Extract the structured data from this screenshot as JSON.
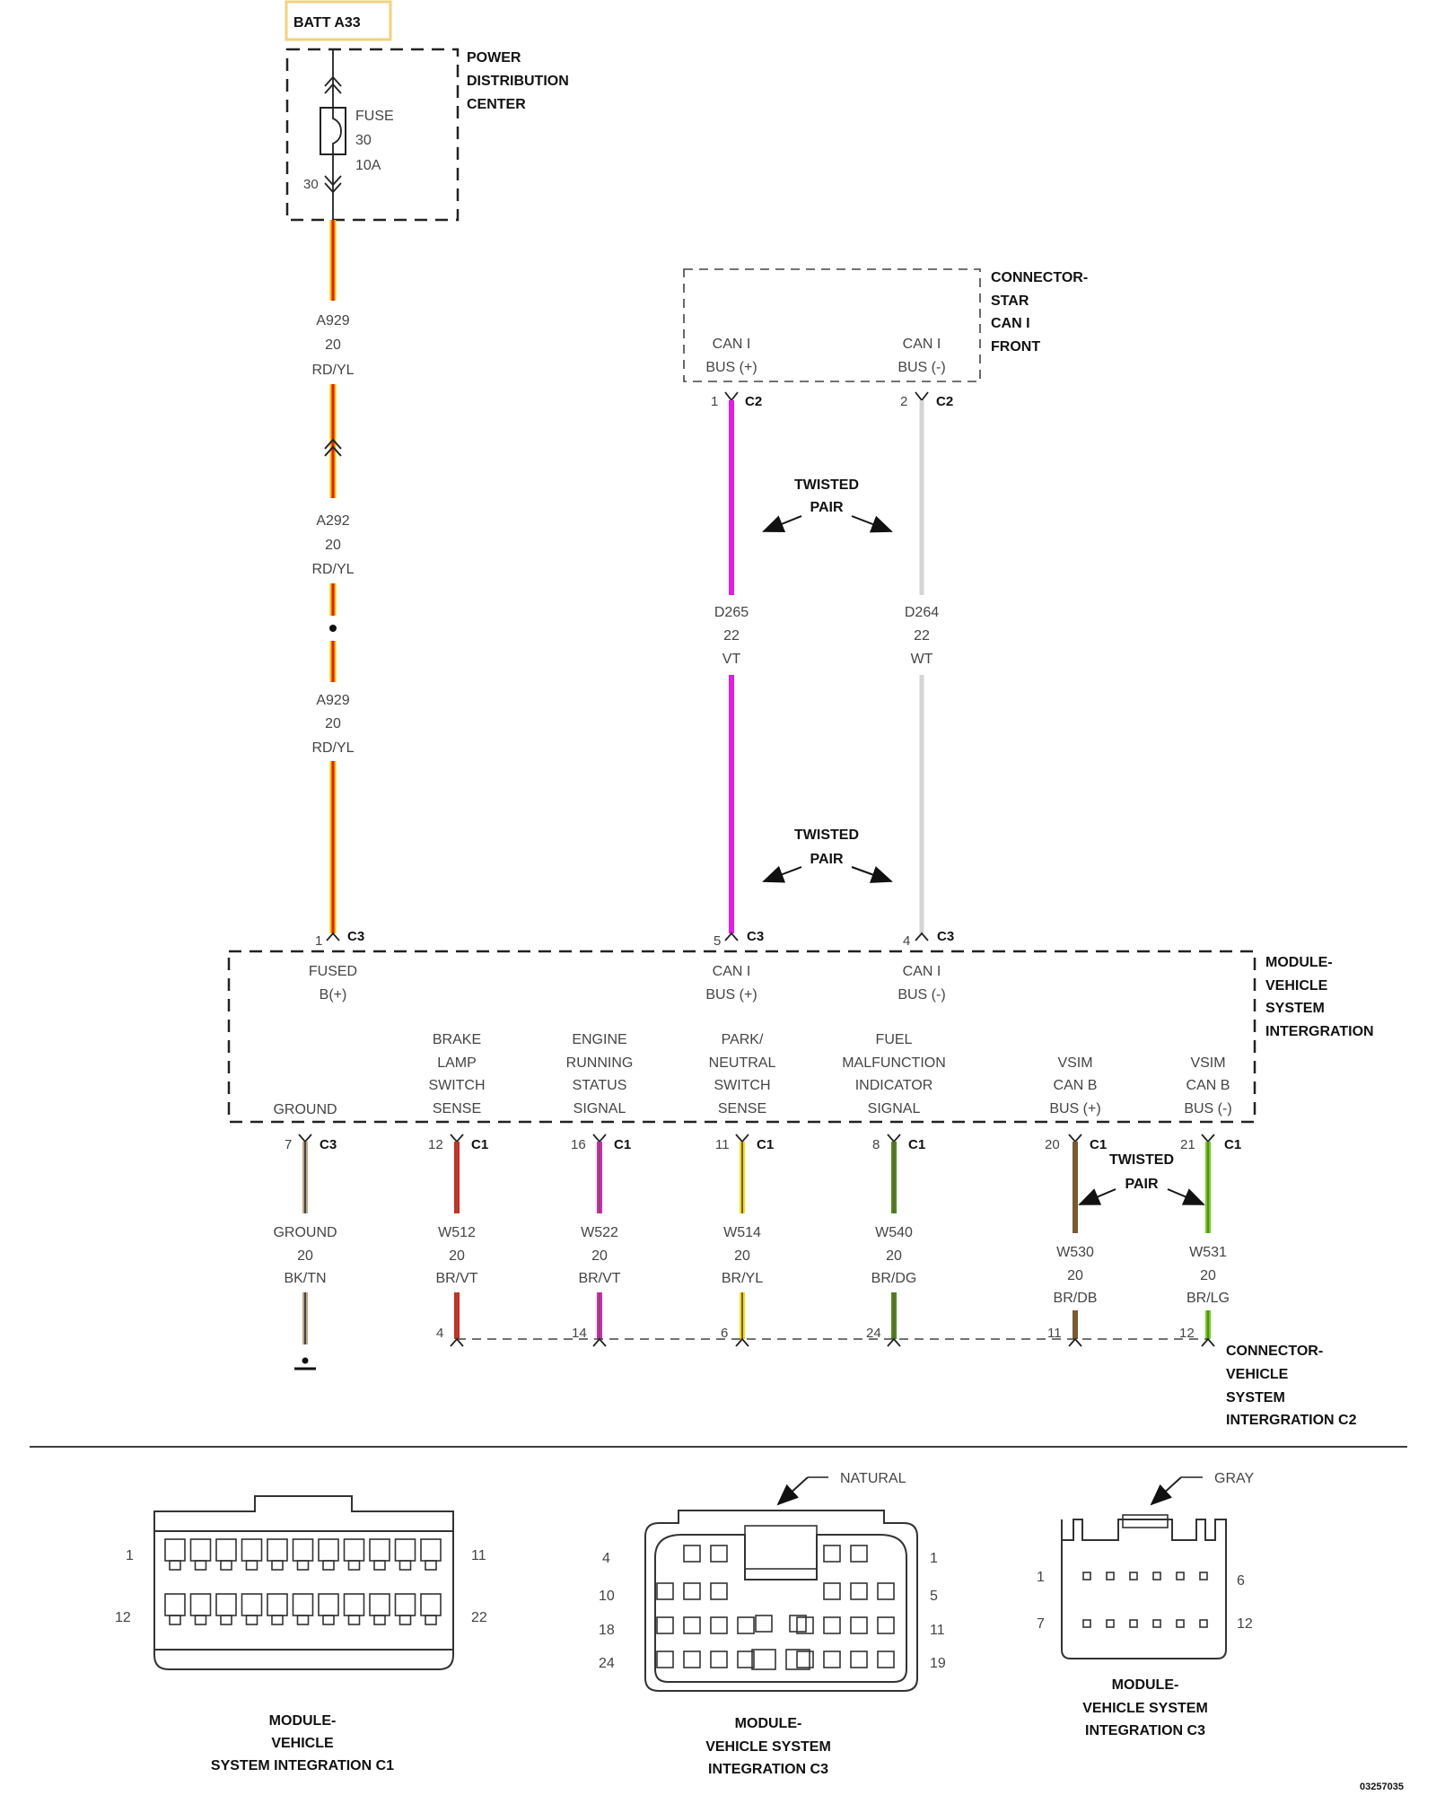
{
  "source": {
    "label": "BATT A33"
  },
  "pdc": {
    "title": [
      "POWER",
      "DISTRIBUTION",
      "CENTER"
    ],
    "fuse": [
      "FUSE",
      "30",
      "10A"
    ],
    "pin": "30"
  },
  "wire_a": {
    "seg1": [
      "A929",
      "20",
      "RD/YL"
    ],
    "seg2": [
      "A292",
      "20",
      "RD/YL"
    ],
    "seg3": [
      "A929",
      "20",
      "RD/YL"
    ]
  },
  "star": {
    "title": [
      "CONNECTOR-",
      "STAR",
      "CAN I",
      "FRONT"
    ],
    "pos": [
      "CAN I",
      "BUS (+)"
    ],
    "neg": [
      "CAN I",
      "BUS (-)"
    ],
    "pin_pos": "1",
    "pin_neg": "2",
    "conn": "C2"
  },
  "twisted": [
    "TWISTED",
    "PAIR"
  ],
  "can_wires": {
    "pos": [
      "D265",
      "22",
      "VT"
    ],
    "neg": [
      "D264",
      "22",
      "WT"
    ]
  },
  "module": {
    "title": [
      "MODULE-",
      "VEHICLE",
      "SYSTEM",
      "INTERGRATION"
    ],
    "top_pins": [
      {
        "pin": "1",
        "conn": "C3",
        "label": [
          "FUSED",
          "B(+)"
        ]
      },
      {
        "pin": "5",
        "conn": "C3",
        "label": [
          "CAN I",
          "BUS (+)"
        ]
      },
      {
        "pin": "4",
        "conn": "C3",
        "label": [
          "CAN I",
          "BUS (-)"
        ]
      }
    ],
    "bottom_pins": [
      {
        "pin": "7",
        "conn": "C3",
        "label": [
          "GROUND"
        ],
        "wire": [
          "GROUND",
          "20",
          "BK/TN"
        ],
        "c2": ""
      },
      {
        "pin": "12",
        "conn": "C1",
        "label": [
          "BRAKE",
          "LAMP",
          "SWITCH",
          "SENSE"
        ],
        "wire": [
          "W512",
          "20",
          "BR/VT"
        ],
        "c2": "4"
      },
      {
        "pin": "16",
        "conn": "C1",
        "label": [
          "ENGINE",
          "RUNNING",
          "STATUS",
          "SIGNAL"
        ],
        "wire": [
          "W522",
          "20",
          "BR/VT"
        ],
        "c2": "14"
      },
      {
        "pin": "11",
        "conn": "C1",
        "label": [
          "PARK/",
          "NEUTRAL",
          "SWITCH",
          "SENSE"
        ],
        "wire": [
          "W514",
          "20",
          "BR/YL"
        ],
        "c2": "6"
      },
      {
        "pin": "8",
        "conn": "C1",
        "label": [
          "FUEL",
          "MALFUNCTION",
          "INDICATOR",
          "SIGNAL"
        ],
        "wire": [
          "W540",
          "20",
          "BR/DG"
        ],
        "c2": "24"
      },
      {
        "pin": "20",
        "conn": "C1",
        "label": [
          "VSIM",
          "CAN B",
          "BUS (+)"
        ],
        "wire": [
          "W530",
          "20",
          "BR/DB"
        ],
        "c2": "11"
      },
      {
        "pin": "21",
        "conn": "C1",
        "label": [
          "VSIM",
          "CAN B",
          "BUS (-)"
        ],
        "wire": [
          "W531",
          "20",
          "BR/LG"
        ],
        "c2": "12"
      }
    ]
  },
  "c2_connector": {
    "title": [
      "CONNECTOR-",
      "VEHICLE",
      "SYSTEM",
      "INTERGRATION C2"
    ]
  },
  "views": {
    "c1": {
      "title": [
        "MODULE-",
        "VEHICLE",
        "SYSTEM INTEGRATION C1"
      ],
      "pins": [
        "1",
        "11",
        "12",
        "22"
      ]
    },
    "c3a": {
      "title": [
        "MODULE-",
        "VEHICLE SYSTEM",
        "INTEGRATION C3"
      ],
      "pins": [
        "4",
        "1",
        "10",
        "5",
        "18",
        "11",
        "24",
        "19"
      ],
      "color_label": "NATURAL"
    },
    "c3b": {
      "title": [
        "MODULE-",
        "VEHICLE SYSTEM",
        "INTEGRATION C3"
      ],
      "pins": [
        "1",
        "6",
        "7",
        "12"
      ],
      "color_label": "GRAY"
    }
  },
  "footer": {
    "code": "03257035"
  },
  "colors": {
    "red": "#e02020",
    "yellow": "#f5c400",
    "violet": "#e21ce0",
    "white": "#d8d8d8",
    "brown": "#7a5a32",
    "tan": "#bba985",
    "black": "#333333",
    "dkblue": "#1a2a7a",
    "ltgreen": "#63d41a",
    "dkgreen": "#3f8f1f"
  }
}
